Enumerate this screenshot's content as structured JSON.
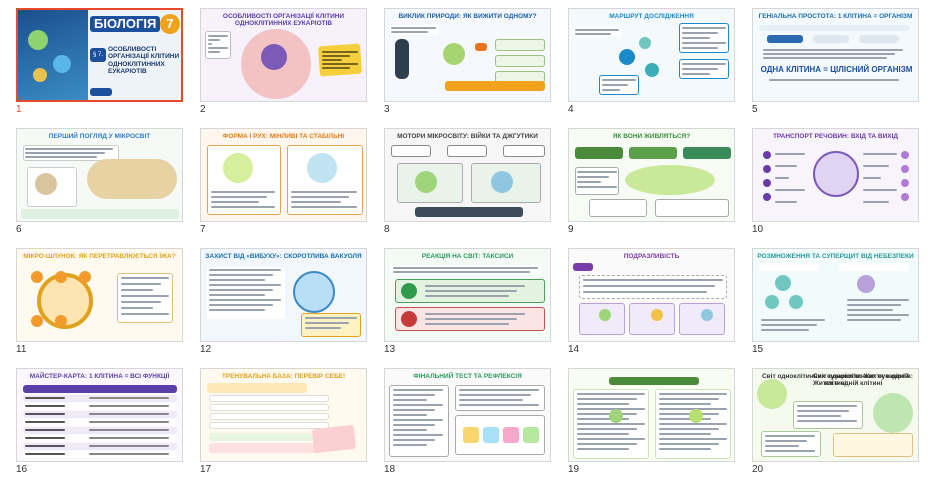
{
  "slides": [
    {
      "num": "1",
      "title": "БІОЛОГІЯ",
      "badge": "7",
      "subtitle": "ОСОБЛИВОСТІ ОРГАНІЗАЦІЇ КЛІТИНИ ОДНОКЛІТИННИХ ЕУКАРІОТІВ",
      "section": "§ 7.",
      "selected": true,
      "accent": "#1c4f9c"
    },
    {
      "num": "2",
      "title": "ОСОБЛИВОСТІ ОРГАНІЗАЦІЇ КЛІТИНИ ОДНОКЛІТИННИХ ЕУКАРІОТІВ",
      "accent": "#5b3fa8"
    },
    {
      "num": "3",
      "title": "ВИКЛИК ПРИРОДИ: ЯК ВИЖИТИ ОДНОМУ?",
      "accent": "#1d5fa8"
    },
    {
      "num": "4",
      "title": "МАРШРУТ ДОСЛІДЖЕННЯ",
      "accent": "#1c8ac8"
    },
    {
      "num": "5",
      "title": "ГЕНІАЛЬНА ПРОСТОТА: 1 КЛІТИНА = ОРГАНІЗМ",
      "body": "ОДНА КЛІТИНА = ЦІЛІСНИЙ ОРГАНІЗМ",
      "accent": "#1c6fb0"
    },
    {
      "num": "6",
      "title": "ПЕРШИЙ ПОГЛЯД У МІКРОСВІТ",
      "accent": "#2d7bc9"
    },
    {
      "num": "7",
      "title": "ФОРМА І РУХ: МІНЛИВІ ТА СТАБІЛЬНІ",
      "accent": "#e07a1c"
    },
    {
      "num": "8",
      "title": "МОТОРИ МІКРОСВІТУ: ВІЙКИ ТА ДЖГУТИКИ",
      "accent": "#444444"
    },
    {
      "num": "9",
      "title": "ЯК ВОНИ ЖИВЛЯТЬСЯ?",
      "accent": "#3a8f3a"
    },
    {
      "num": "10",
      "title": "ТРАНСПОРТ РЕЧОВИН: ВХІД ТА ВИХІД",
      "accent": "#6a3ca8"
    },
    {
      "num": "11",
      "title": "МІКРО-ШЛУНОК: ЯК ПЕРЕТРАВЛЮЄТЬСЯ ЇЖА?",
      "accent": "#e0a21c"
    },
    {
      "num": "12",
      "title": "ЗАХИСТ ВІД «ВИБУХУ»: СКОРОТЛИВА ВАКУОЛЯ",
      "accent": "#1c6fb0"
    },
    {
      "num": "13",
      "title": "РЕАКЦІЯ НА СВІТ: ТАКСИСИ",
      "accent": "#2a9a5a"
    },
    {
      "num": "14",
      "title": "ПОДРАЗЛИВІСТЬ",
      "accent": "#7a3ca8"
    },
    {
      "num": "15",
      "title": "РОЗМНОЖЕННЯ ТА СУПЕРЩИТ ВІД НЕБЕЗПЕКИ",
      "accent": "#2a9a9a"
    },
    {
      "num": "16",
      "title": "МАЙСТЕР-КАРТА: 1 КЛІТИНА = ВСІ ФУНКЦІЇ",
      "accent": "#5b3fa8"
    },
    {
      "num": "17",
      "title": "ТРЕНУВАЛЬНА БАЗА: ПЕРЕВІР СЕБЕ!",
      "accent": "#e0a21c"
    },
    {
      "num": "18",
      "title": "ФІНАЛЬНИЙ ТЕСТ ТА РЕФЛЕКСІЯ",
      "accent": "#2a9a5a"
    },
    {
      "num": "19",
      "title": "",
      "accent": "#3a8f3a"
    },
    {
      "num": "20",
      "title": "Світ одноклітинних еукаріотів: Життя в одній клітині",
      "accent": "#333333"
    }
  ],
  "icons": {
    "microscope": "microscope-icon"
  }
}
